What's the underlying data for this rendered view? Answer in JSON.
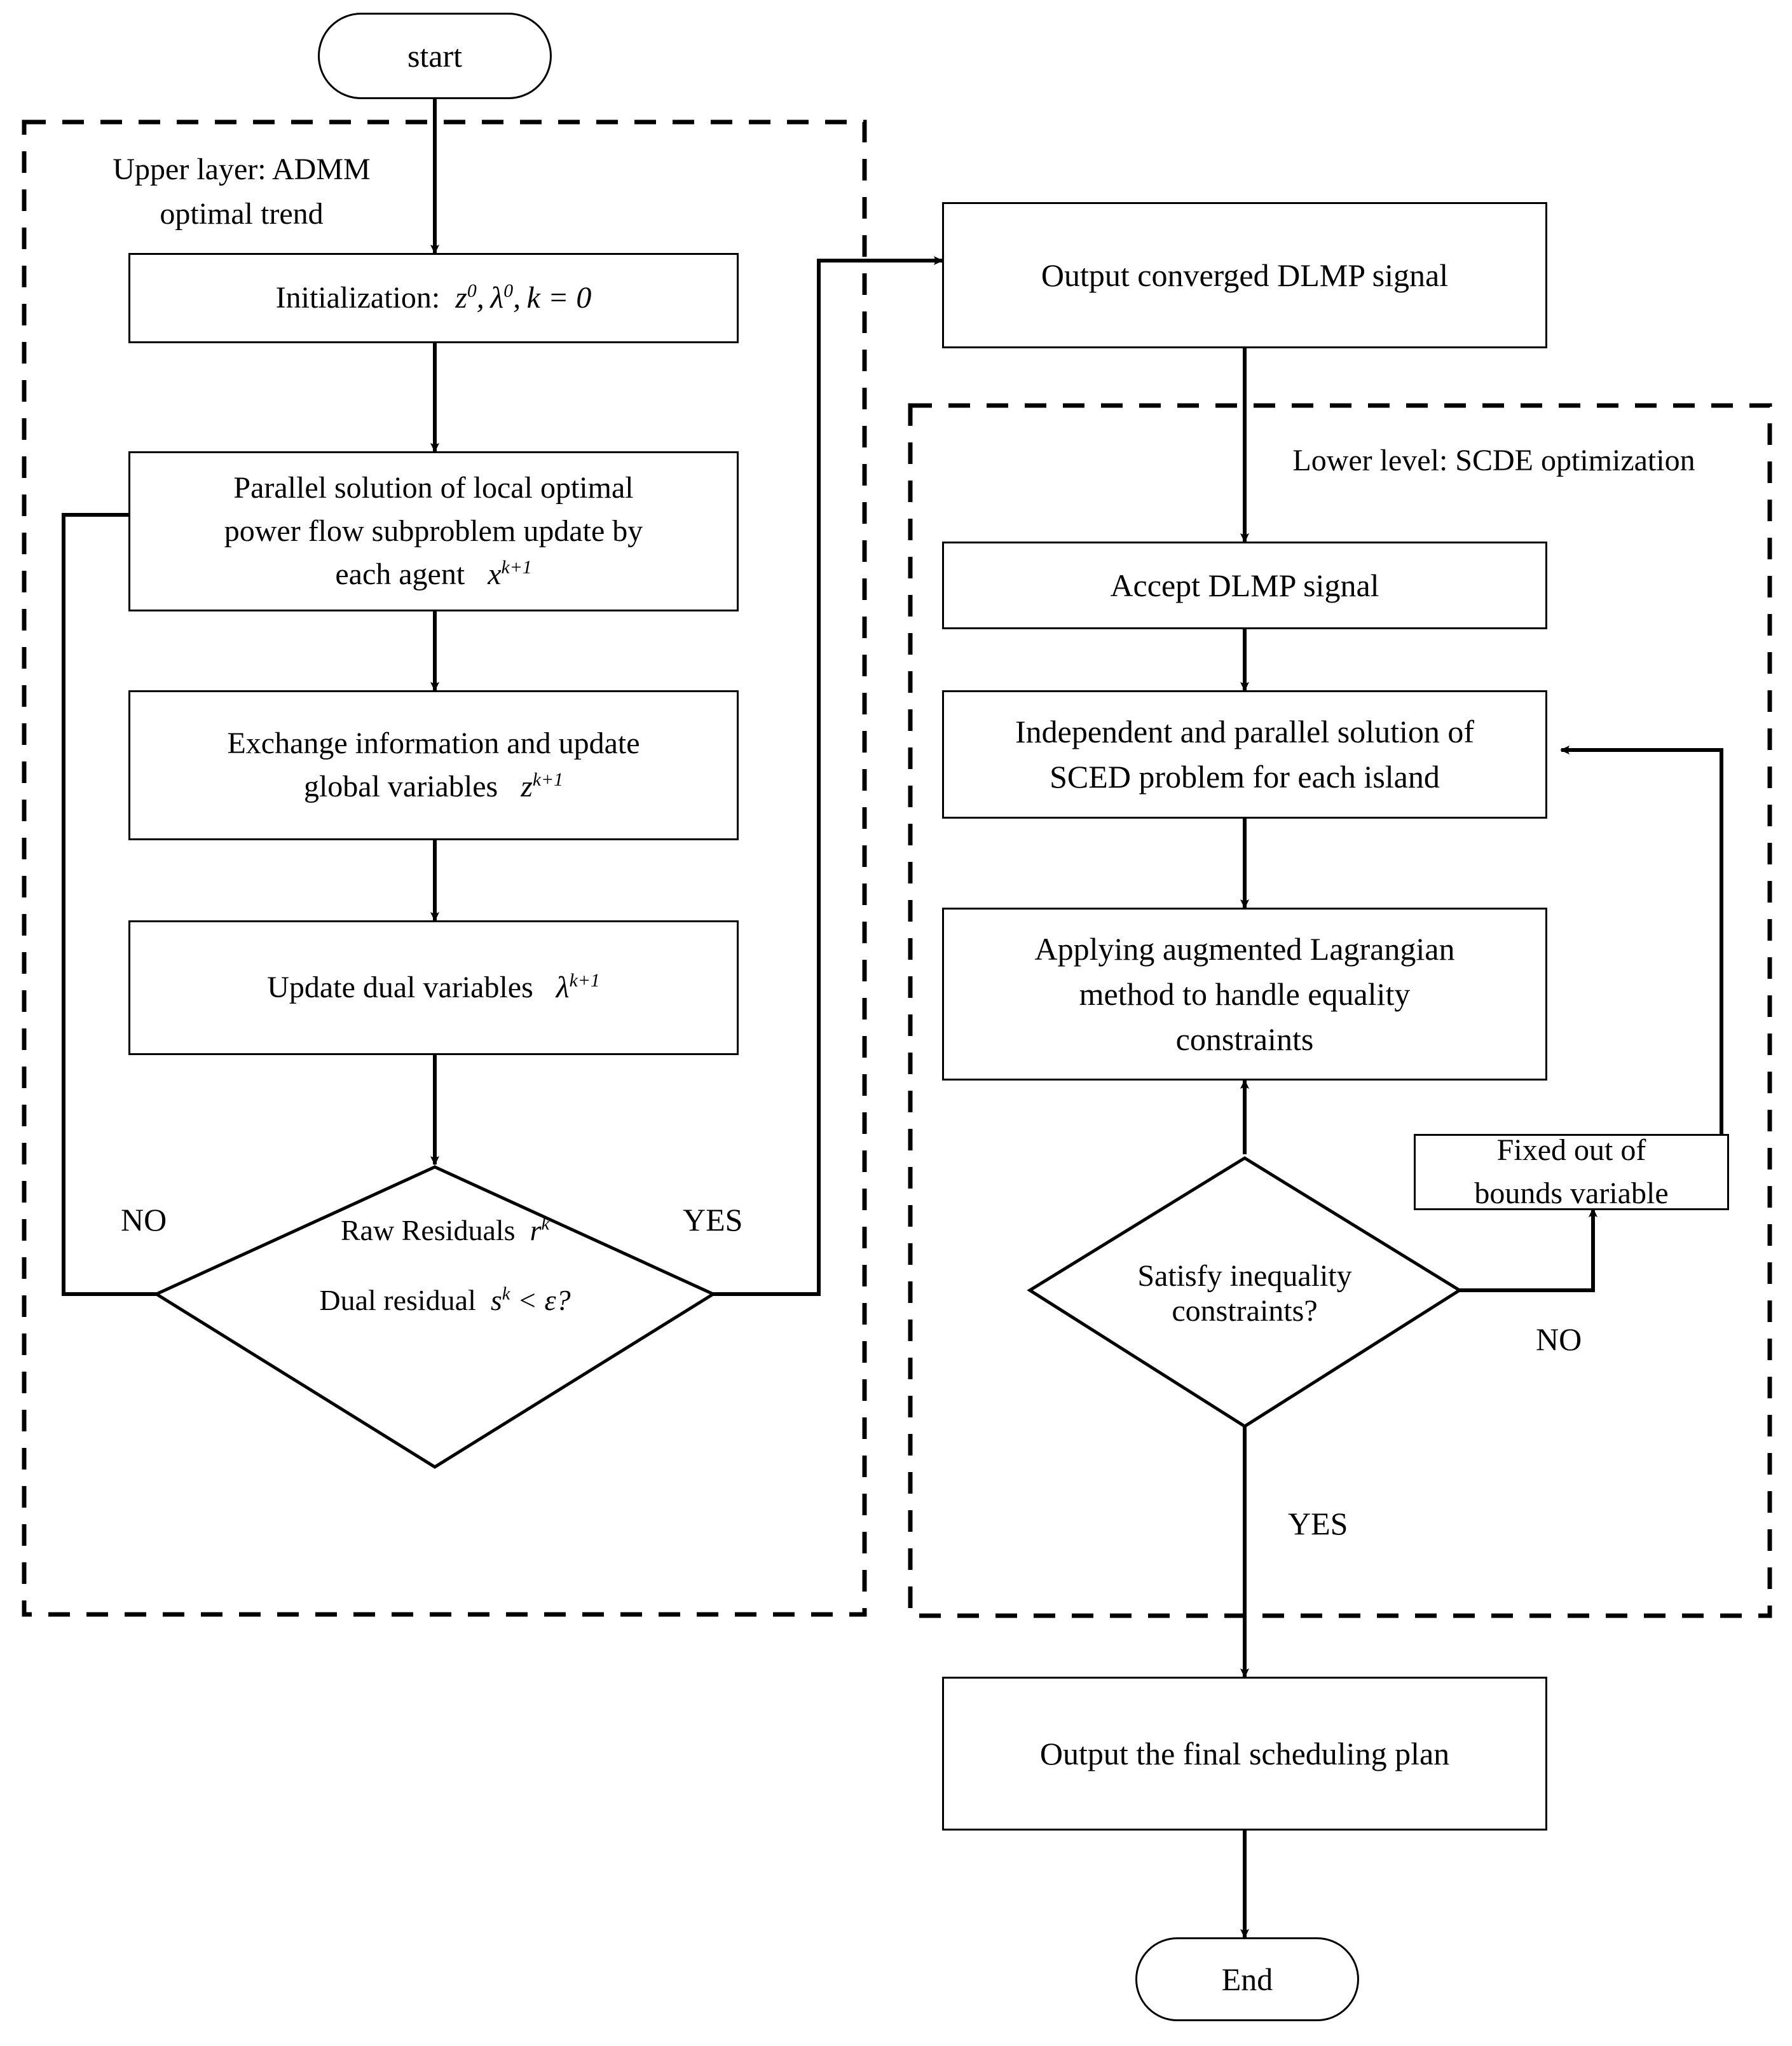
{
  "diagram": {
    "type": "flowchart",
    "title": "Bi-level ADMM / SCED optimization flowchart",
    "colors": {
      "stroke": "#000000",
      "fill": "#ffffff",
      "background": "#ffffff"
    },
    "groups": [
      {
        "id": "upper",
        "label_line1": "Upper layer: ADMM",
        "label_line2": "optimal trend",
        "style": "dashed"
      },
      {
        "id": "lower",
        "label_line1": "Lower level: SCDE optimization",
        "label_line2": "",
        "style": "dashed"
      }
    ],
    "nodes": [
      {
        "id": "start",
        "shape": "terminator",
        "text": "start"
      },
      {
        "id": "init",
        "shape": "process",
        "text": "Initialization:",
        "math": "z⁰, λ⁰, k = 0"
      },
      {
        "id": "parallel",
        "shape": "process",
        "line1": "Parallel solution of local optimal",
        "line2": "power flow subproblem update by",
        "line3": "each agent",
        "math": "x^{k+1}"
      },
      {
        "id": "exchange",
        "shape": "process",
        "line1": "Exchange information and update",
        "line2": "global variables",
        "math": "z^{k+1}"
      },
      {
        "id": "dual",
        "shape": "process",
        "line1": "Update dual variables",
        "math": "λ^{k+1}"
      },
      {
        "id": "resid",
        "shape": "decision",
        "line1": "Raw Residuals",
        "math1": "r^k",
        "line2": "Dual residual",
        "math2": "s^k < ε?"
      },
      {
        "id": "dlmpout",
        "shape": "process",
        "text": "Output converged DLMP signal"
      },
      {
        "id": "dlmpacc",
        "shape": "process",
        "text": "Accept DLMP signal"
      },
      {
        "id": "sced",
        "shape": "process",
        "line1": "Independent and parallel solution of",
        "line2": "SCED problem for each island"
      },
      {
        "id": "lagr",
        "shape": "process",
        "line1": "Applying augmented Lagrangian",
        "line2": "method to handle equality",
        "line3": "constraints"
      },
      {
        "id": "fixed",
        "shape": "process",
        "line1": "Fixed out of",
        "line2": "bounds variable"
      },
      {
        "id": "ineq",
        "shape": "decision",
        "line1": "Satisfy inequality",
        "line2": "constraints?"
      },
      {
        "id": "final",
        "shape": "process",
        "text": "Output the final scheduling plan"
      },
      {
        "id": "end",
        "shape": "terminator",
        "text": "End"
      }
    ],
    "edge_labels": {
      "resid_no": "NO",
      "resid_yes": "YES",
      "ineq_no": "NO",
      "ineq_yes": "YES"
    }
  }
}
